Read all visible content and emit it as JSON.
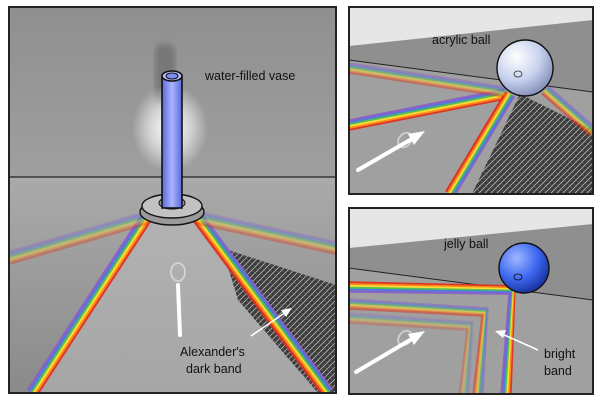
{
  "panels": {
    "main": {
      "vase_label": "water-filled vase",
      "dark_band_label_line1": "Alexander's",
      "dark_band_label_line2": "dark band"
    },
    "top_right": {
      "ball_label": "acrylic ball"
    },
    "bottom_right": {
      "ball_label": "jelly ball",
      "bright_band_label_line1": "bright",
      "bright_band_label_line2": "band"
    }
  },
  "colors": {
    "panel_border": "#222222",
    "wall": "#8e8e8e",
    "floor": "#9c9c9c",
    "vase_tube": "#7f8ff0",
    "acrylic_ball": "#c9d3ee",
    "jelly_ball": "#3d68f0",
    "rainbow": [
      "#e0301e",
      "#ff8c1a",
      "#ffe033",
      "#4fbf4f",
      "#4a7be0",
      "#8a5fc8"
    ]
  }
}
